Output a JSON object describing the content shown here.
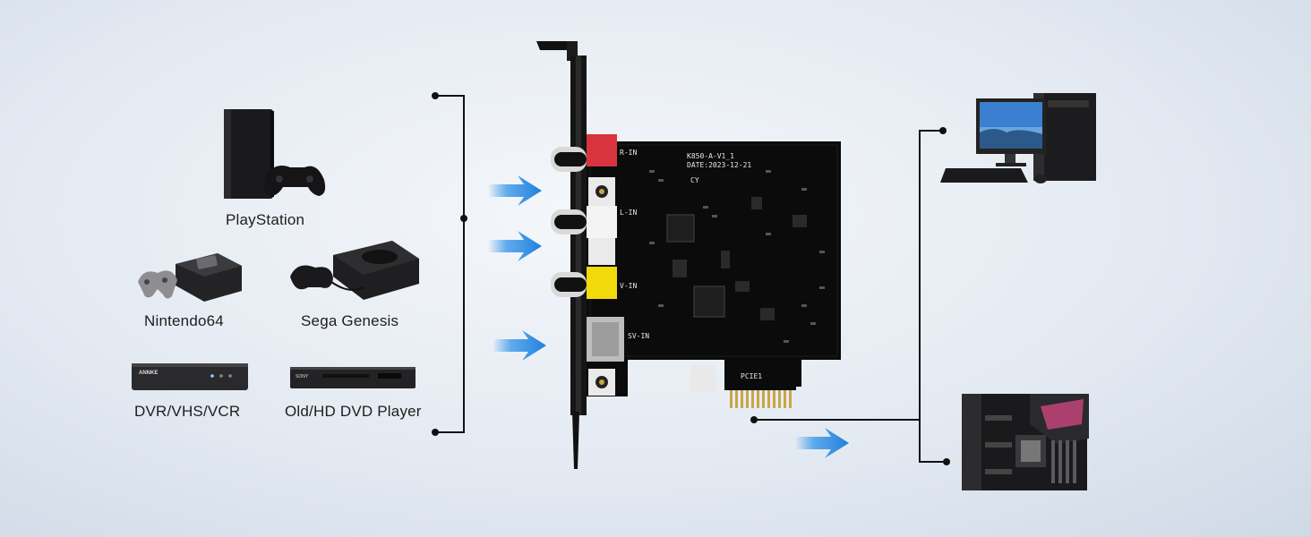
{
  "sources": [
    {
      "id": "playstation",
      "label": "PlayStation"
    },
    {
      "id": "nintendo64",
      "label": "Nintendo64"
    },
    {
      "id": "sega",
      "label": "Sega Genesis"
    },
    {
      "id": "dvr",
      "label": "DVR/VHS/VCR"
    },
    {
      "id": "dvd",
      "label": "Old/HD DVD Player"
    }
  ],
  "card": {
    "model": "K850-A-V1_1",
    "date": "DATE:2023-12-21",
    "cy": "CY",
    "ports": [
      "R-IN",
      "L-IN",
      "V-IN",
      "SV-IN"
    ],
    "slot": "PCIE1"
  },
  "device_logos": {
    "dvr": "ANNKE",
    "dvd": "SONY"
  },
  "colors": {
    "arrow": "#2f8fe6",
    "line": "#111111",
    "red_jack": "#d8333f",
    "yellow_jack": "#f2d90a"
  },
  "icons": [
    "desktop-pc-icon",
    "motherboard-icon"
  ]
}
